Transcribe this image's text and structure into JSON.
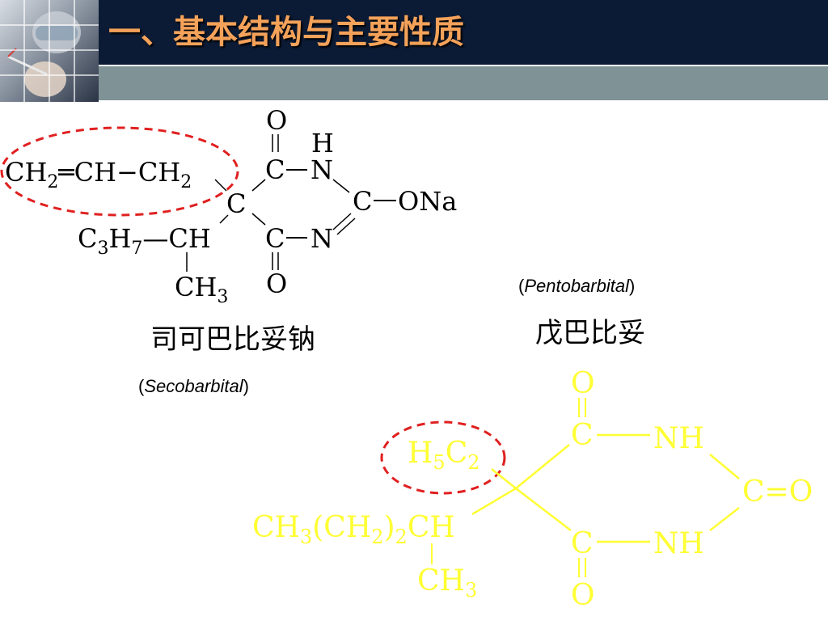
{
  "slide": {
    "title": "一、基本结构与主要性质",
    "theme_colors": {
      "header": "#0c1b35",
      "strip": "#7f9296",
      "title_text": "#f4a25a",
      "highlight_ring": "#e02020",
      "pentobarbital_text": "#ffff33"
    }
  },
  "secobarbital": {
    "name_cn": "司可巴比妥钠",
    "name_en": "Secobarbital",
    "paren_open": "(",
    "paren_close": ")",
    "atoms": {
      "top_O": "O",
      "H": "H",
      "C_carbonyl_top": "C",
      "N_top": "N",
      "C_center": "C",
      "C2": "C",
      "ONa": "ONa",
      "C_carbonyl_bottom": "C",
      "N_bottom": "N",
      "bottom_O": "O",
      "allyl": {
        "ch2a": "CH",
        "sub2a": "2",
        "eq": "═",
        "ch": "CH",
        "dash": "−",
        "ch2b": "CH",
        "sub2b": "2"
      },
      "propyl": {
        "c": "C",
        "sub3": "3",
        "h": "H",
        "sub7": "7",
        "dash": "—",
        "ch": "CH"
      },
      "methyl": {
        "ch": "CH",
        "sub3": "3"
      }
    }
  },
  "pentobarbital": {
    "name_cn": "戊巴比妥",
    "name_en": "Pentobarbital",
    "paren_open": "(",
    "paren_close": ")",
    "atoms": {
      "top_O": "O",
      "C_top": "C",
      "NH_top": "NH",
      "C2": "C",
      "eq_O": "=O",
      "C_bottom": "C",
      "NH_bottom": "NH",
      "bottom_O": "O",
      "ethyl": {
        "h": "H",
        "sub5": "5",
        "c": "C",
        "sub2": "2"
      },
      "chain": {
        "ch3": "CH",
        "sub3": "3",
        "paren_l": "(CH",
        "sub2": "2",
        "paren_r": ")",
        "sub2b": "2",
        "ch": "CH"
      },
      "methyl": {
        "ch": "CH",
        "sub3": "3"
      }
    }
  }
}
